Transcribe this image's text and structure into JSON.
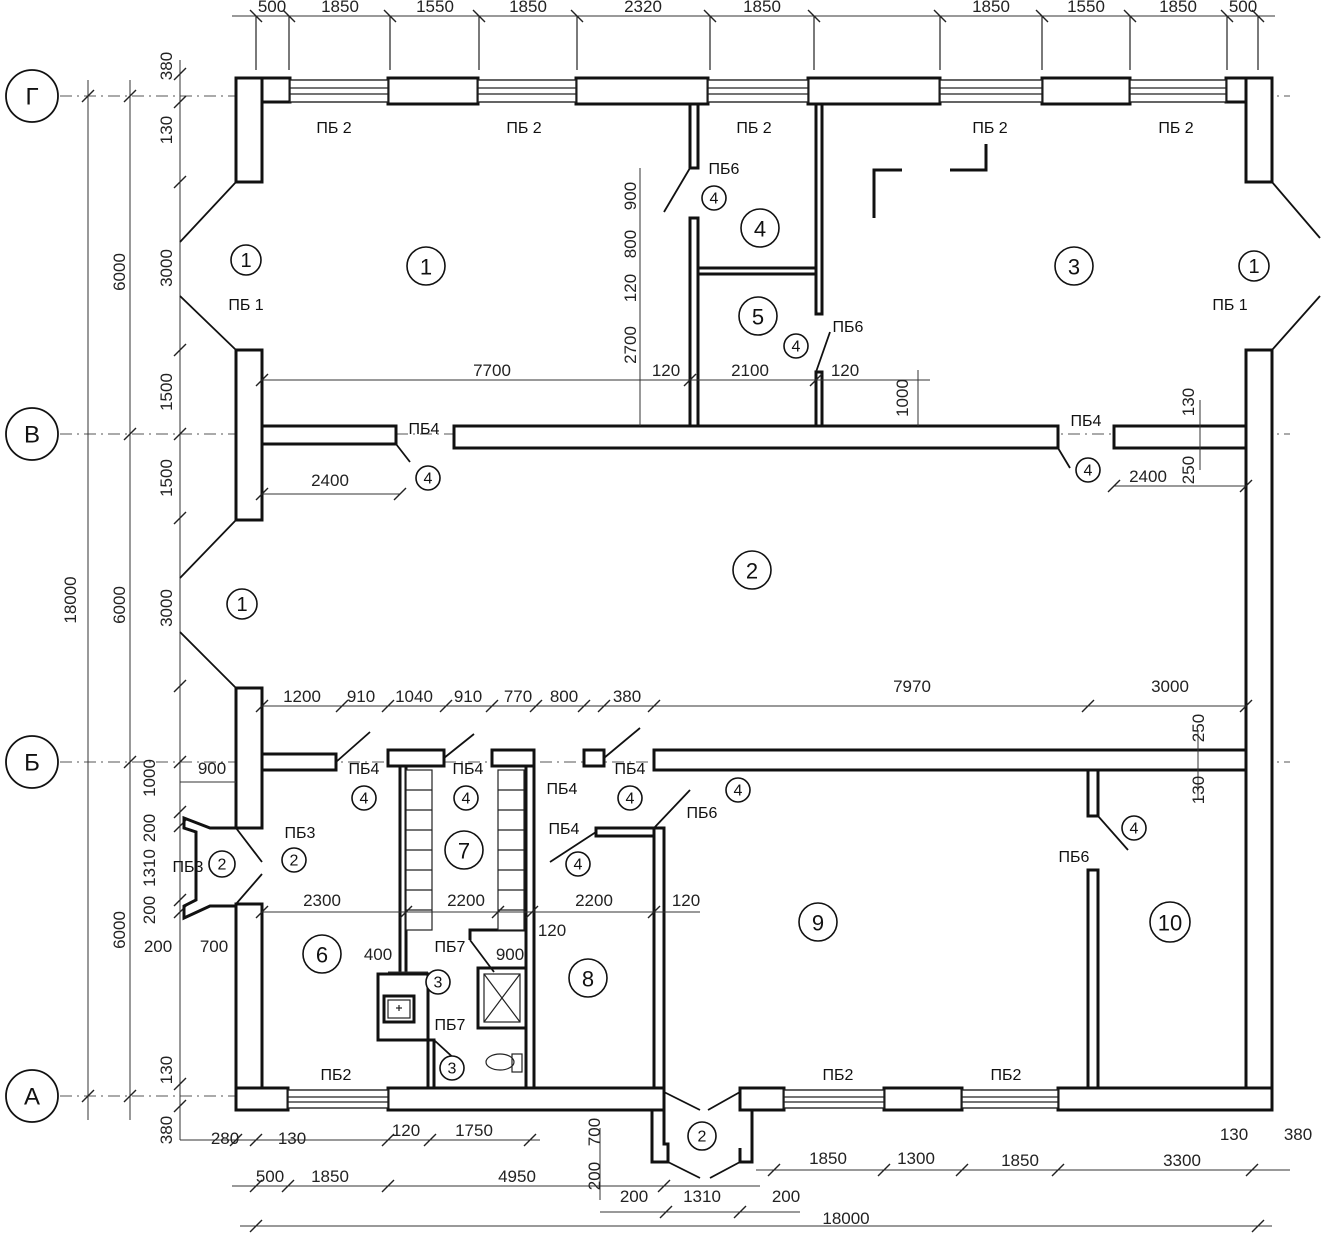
{
  "axes": [
    "Г",
    "В",
    "Б",
    "А"
  ],
  "top_dimensions": [
    "500",
    "1850",
    "1550",
    "1850",
    "2320",
    "1850",
    "1850",
    "1550",
    "1850",
    "500"
  ],
  "left_outer_dimensions": [
    "6000",
    "18000",
    "6000",
    "6000"
  ],
  "left_inner_dimensions": [
    "380",
    "130",
    "3000",
    "1500",
    "1500",
    "3000",
    "1000",
    "200",
    "1310",
    "200",
    "200",
    "700",
    "130",
    "380"
  ],
  "interior_dimensions": {
    "d7700": "7700",
    "d2400a": "2400",
    "d2400b": "2400",
    "d2700": "2700",
    "d120a": "120",
    "d2100": "2100",
    "d120b": "120",
    "d1000": "1000",
    "d130r": "130",
    "d250r": "250",
    "d900v": "900",
    "d800v": "800",
    "d120v": "120",
    "d1200": "1200",
    "d910a": "910",
    "d1040": "1040",
    "d910b": "910",
    "d770": "770",
    "d800": "800",
    "d380": "380",
    "d7970": "7970",
    "d3000": "3000",
    "d250b": "250",
    "d130b": "130",
    "d900h": "900",
    "d2300": "2300",
    "d2200a": "2200",
    "d2200b": "2200",
    "d120c": "120",
    "d120d": "120",
    "d400": "400",
    "d900s": "900"
  },
  "bottom_dimensions": {
    "d280": "280",
    "d130a": "130",
    "d120": "120",
    "d1750": "1750",
    "d700": "700",
    "d200v": "200",
    "d1850a": "1850",
    "d1300": "1300",
    "d1850b": "1850",
    "d3300": "3300",
    "d130b": "130",
    "d380": "380",
    "d500": "500",
    "d1850c": "1850",
    "d4950": "4950",
    "d200a": "200",
    "d1310": "1310",
    "d200b": "200",
    "d18000": "18000"
  },
  "labels": {
    "pb2_1": "ПБ 2",
    "pb2_2": "ПБ 2",
    "pb2_3": "ПБ 2",
    "pb2_4": "ПБ 2",
    "pb2_5": "ПБ 2",
    "pb1_left": "ПБ 1",
    "pb1_right": "ПБ 1",
    "pb6_1": "ПБ6",
    "pb6_2": "ПБ6",
    "pb6_3": "ПБ6",
    "pb6_4": "ПБ6",
    "pb4_1": "ПБ4",
    "pb4_2": "ПБ4",
    "pb4_3": "ПБ4",
    "pb4_4": "ПБ4",
    "pb4_5": "ПБ4",
    "pb4_6": "ПБ4",
    "pb4_7": "ПБ4",
    "pb3_1": "ПБ3",
    "pb3_2": "ПБ3",
    "pb7_1": "ПБ7",
    "pb7_2": "ПБ7",
    "pb2_b1": "ПБ2",
    "pb2_b2": "ПБ2",
    "pb2_b3": "ПБ2"
  },
  "rooms": [
    "1",
    "1",
    "1",
    "1",
    "2",
    "3",
    "4",
    "5",
    "6",
    "7",
    "8",
    "9",
    "10"
  ],
  "markers": [
    "4",
    "4",
    "4",
    "4",
    "4",
    "4",
    "4",
    "4",
    "4",
    "4",
    "2",
    "2",
    "3",
    "3",
    "2"
  ]
}
